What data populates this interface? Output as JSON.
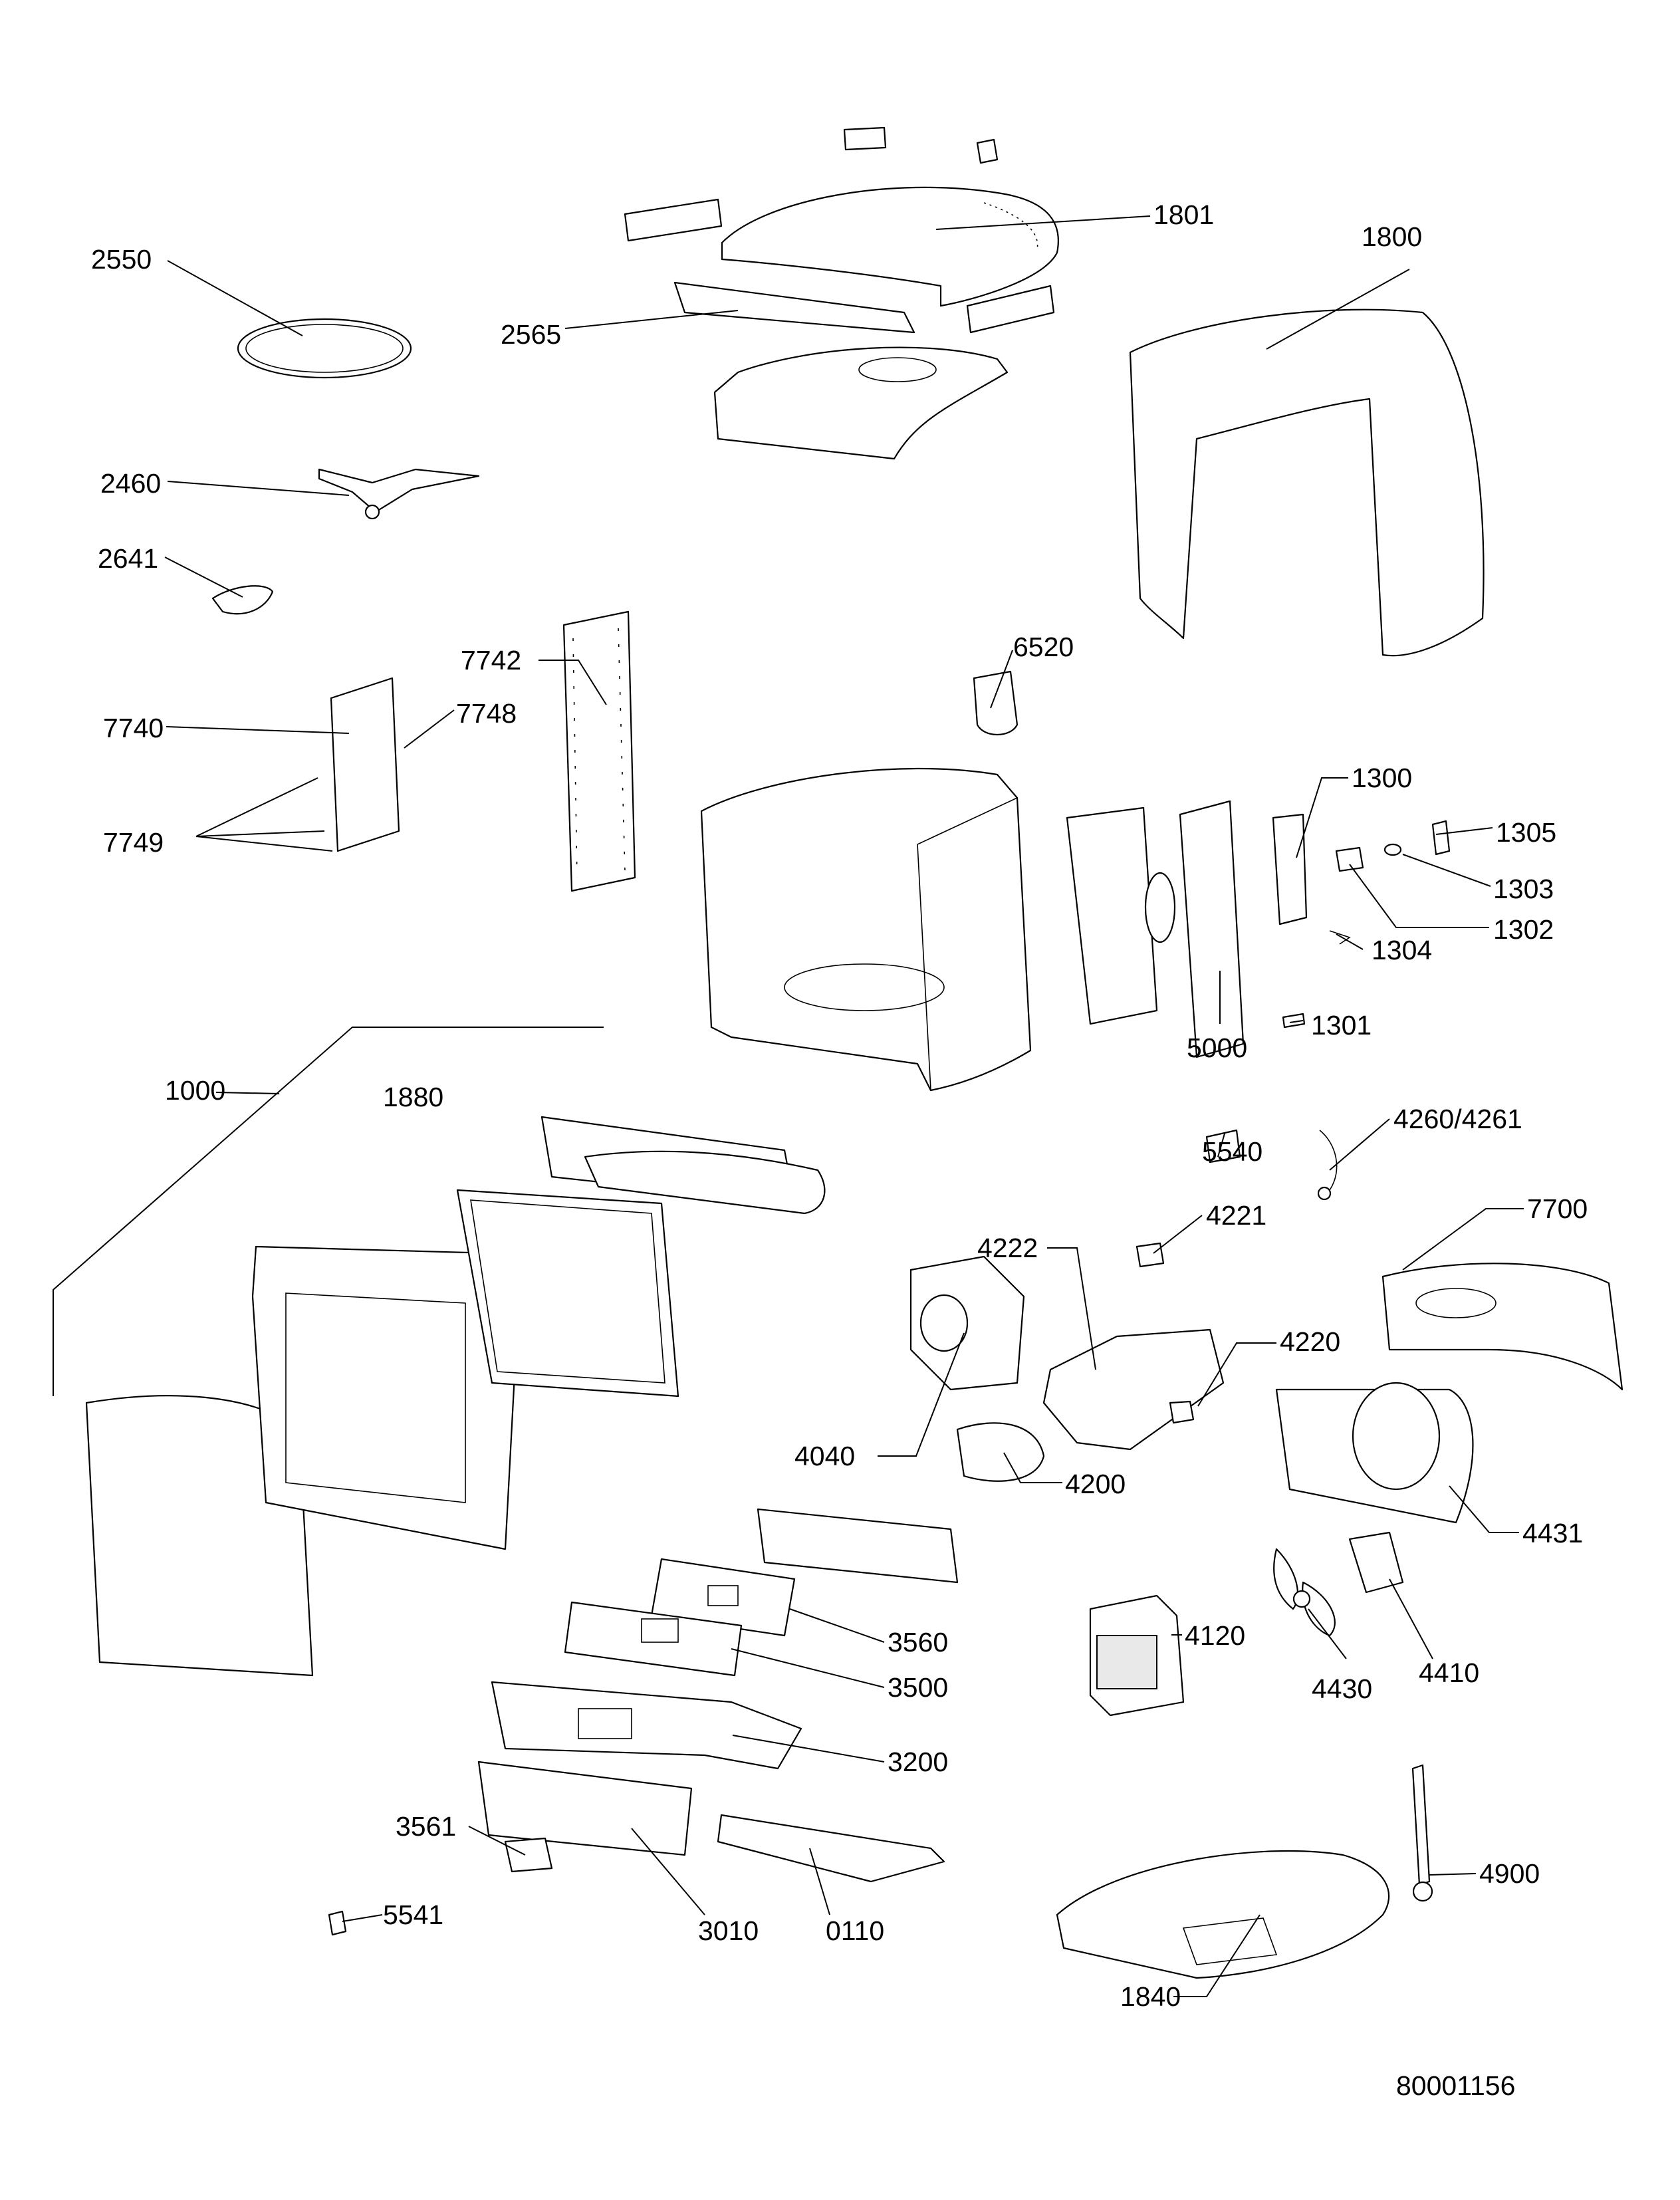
{
  "document_number": "80001156",
  "callouts": [
    {
      "id": "1801",
      "label": "1801"
    },
    {
      "id": "1800",
      "label": "1800"
    },
    {
      "id": "2550",
      "label": "2550"
    },
    {
      "id": "2565",
      "label": "2565"
    },
    {
      "id": "2460",
      "label": "2460"
    },
    {
      "id": "2641",
      "label": "2641"
    },
    {
      "id": "7742",
      "label": "7742"
    },
    {
      "id": "7748",
      "label": "7748"
    },
    {
      "id": "7740",
      "label": "7740"
    },
    {
      "id": "7749",
      "label": "7749"
    },
    {
      "id": "6520",
      "label": "6520"
    },
    {
      "id": "1300",
      "label": "1300"
    },
    {
      "id": "1305",
      "label": "1305"
    },
    {
      "id": "1303",
      "label": "1303"
    },
    {
      "id": "1302",
      "label": "1302"
    },
    {
      "id": "1304",
      "label": "1304"
    },
    {
      "id": "1301",
      "label": "1301"
    },
    {
      "id": "5000",
      "label": "5000"
    },
    {
      "id": "1000",
      "label": "1000"
    },
    {
      "id": "1880",
      "label": "1880"
    },
    {
      "id": "5540",
      "label": "5540"
    },
    {
      "id": "4260",
      "label": "4260/4261"
    },
    {
      "id": "4221",
      "label": "4221"
    },
    {
      "id": "7700",
      "label": "7700"
    },
    {
      "id": "4222",
      "label": "4222"
    },
    {
      "id": "4220",
      "label": "4220"
    },
    {
      "id": "4040",
      "label": "4040"
    },
    {
      "id": "4200",
      "label": "4200"
    },
    {
      "id": "4431",
      "label": "4431"
    },
    {
      "id": "3560",
      "label": "3560"
    },
    {
      "id": "3500",
      "label": "3500"
    },
    {
      "id": "4120",
      "label": "4120"
    },
    {
      "id": "4410",
      "label": "4410"
    },
    {
      "id": "4430",
      "label": "4430"
    },
    {
      "id": "3200",
      "label": "3200"
    },
    {
      "id": "3561",
      "label": "3561"
    },
    {
      "id": "4900",
      "label": "4900"
    },
    {
      "id": "5541",
      "label": "5541"
    },
    {
      "id": "3010",
      "label": "3010"
    },
    {
      "id": "0110",
      "label": "0110"
    },
    {
      "id": "1840",
      "label": "1840"
    }
  ]
}
